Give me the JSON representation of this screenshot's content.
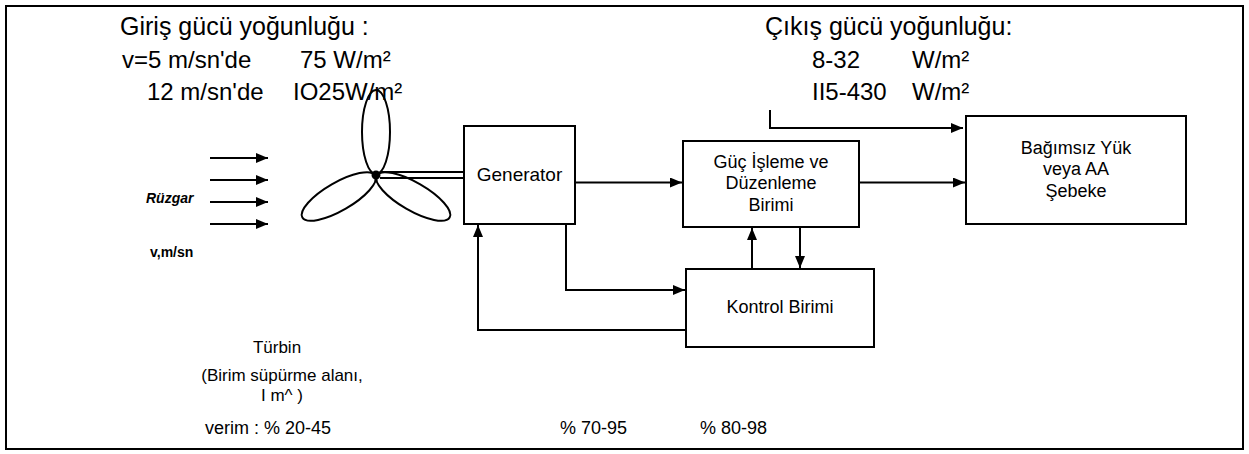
{
  "diagram": {
    "nodes": [
      {
        "text": [
          "Generator"
        ]
      },
      {
        "text": [
          "Güç İşleme ve Düzenleme Birimi"
        ]
      },
      {
        "text": [
          "Bağımsız Yük veya AA Şebeke"
        ]
      },
      {
        "text": [
          "Kontrol Birimi"
        ]
      }
    ],
    "edges": [
      {
        "from": 0,
        "to": 1,
        "arrow": "to"
      },
      {
        "from": 1,
        "to": 2,
        "arrow": "to"
      },
      {
        "from": 0,
        "to": 3,
        "arrow": "to"
      },
      {
        "from": 3,
        "to": 0,
        "arrow": "to"
      },
      {
        "from": 3,
        "to": 1,
        "arrow": "to"
      },
      {
        "from": 1,
        "to": 3,
        "arrow": "to"
      }
    ],
    "labels": [
      "Giriş gücü yoğunluğu :",
      "v=5 m/sn'de",
      "75 W/m²",
      "12 m/sn'de",
      "IO25W/m²",
      "Çıkış gücü yoğunluğu:",
      "8-32",
      "W/m²",
      "II5-430",
      "W/m²",
      "Rüzgar",
      "v,m/sn",
      "Türbin",
      "(Birim süpürme alanı, I m^ )",
      "verim : % 20-45",
      "% 70-95",
      "% 80-98"
    ]
  }
}
